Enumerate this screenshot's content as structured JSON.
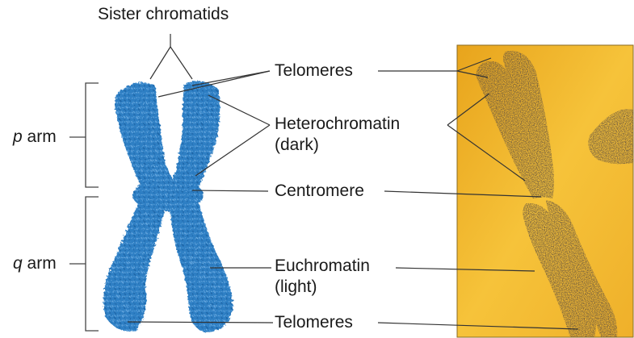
{
  "labels": {
    "sister_chromatids": "Sister chromatids",
    "telomeres_top": "Telomeres",
    "heterochromatin_line1": "Heterochromatin",
    "heterochromatin_line2": "(dark)",
    "centromere": "Centromere",
    "euchromatin_line1": "Euchromatin",
    "euchromatin_line2": "(light)",
    "telomeres_bottom": "Telomeres",
    "p_arm_letter": "p",
    "p_arm_word": "arm",
    "q_arm_letter": "q",
    "q_arm_word": "arm"
  },
  "colors": {
    "chromosome_blue": "#2f7fc4",
    "chromosome_blue_light": "#5fa2dc",
    "micrograph_background": "#f2b52c",
    "micrograph_chromatin": "#3a2a1a",
    "leader_lines": "#333333"
  },
  "icons": {
    "diagram": "chromosome-diagram",
    "photo": "chromosome-micrograph"
  }
}
